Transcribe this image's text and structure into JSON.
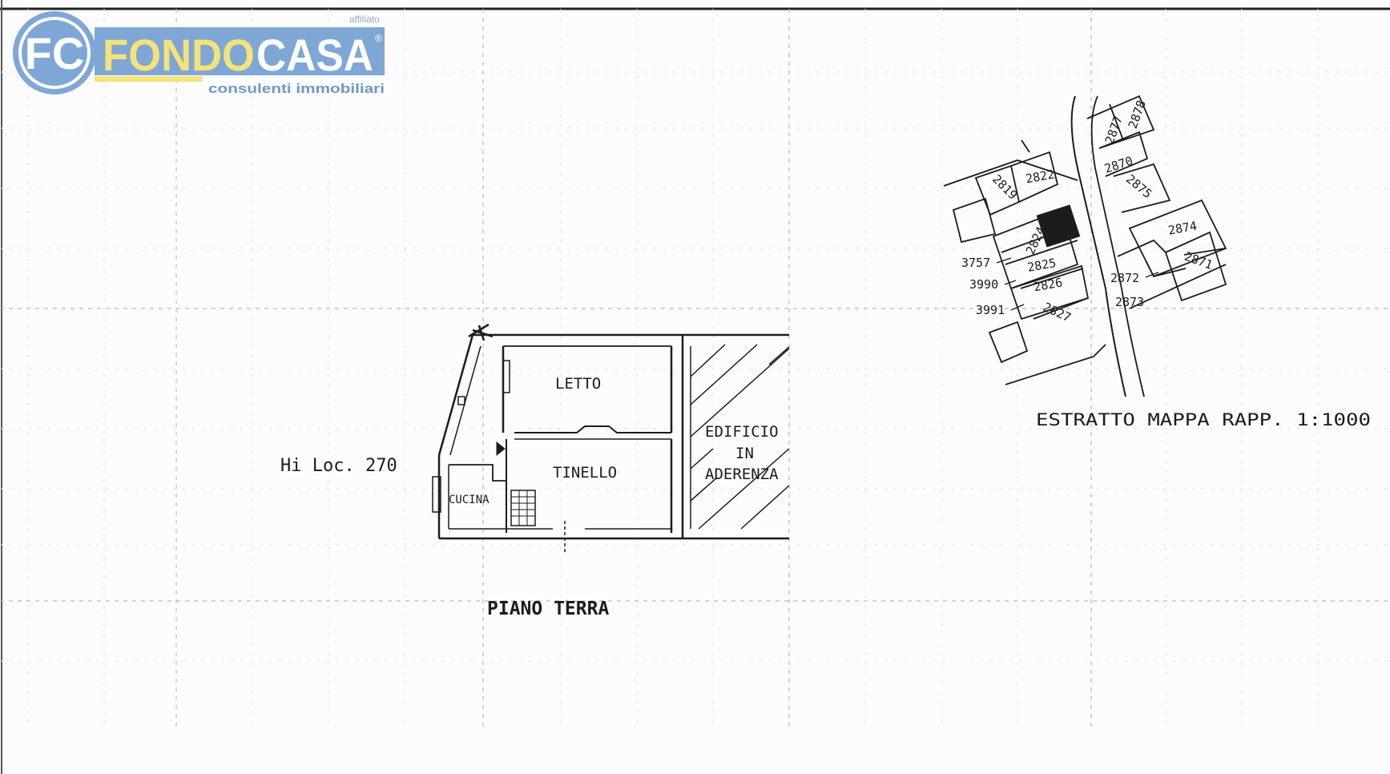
{
  "logo": {
    "monogram": "FC",
    "brand_part1": "FONDO",
    "brand_part2": "CASA",
    "registered": "®",
    "tagline": "consulenti immobiliari",
    "affiliate_label": "affiliato",
    "colors": {
      "blue": "#7fa7d6",
      "yellow": "#f4e27a",
      "text_blue": "#6f98cb"
    }
  },
  "floor_plan": {
    "title": "PIANO TERRA",
    "height_note": "Hi Loc. 270",
    "rooms": {
      "bedroom": "LETTO",
      "living": "TINELLO",
      "kitchen": "CUCINA"
    },
    "adjacent_building": [
      "EDIFICIO",
      "IN",
      "ADERENZA"
    ]
  },
  "cadastral_map": {
    "title": "ESTRATTO MAPPA RAPP. 1:1000",
    "parcels": {
      "p2877": "2877",
      "p2878": "2878",
      "p2870": "2870",
      "p2875": "2875",
      "p2819": "2819",
      "p2822": "2822",
      "p2824": "2824",
      "p2874": "2874",
      "p2871": "2871",
      "p2825": "2825",
      "p2826": "2826",
      "p2827": "2827",
      "p2872": "2872",
      "p2873": "2873",
      "p3757": "3757",
      "p3990": "3990",
      "p3991": "3991"
    }
  },
  "colors": {
    "ink": "#1c1c1c",
    "grid": "#b9b9b9",
    "paper": "#fcfcfc"
  }
}
